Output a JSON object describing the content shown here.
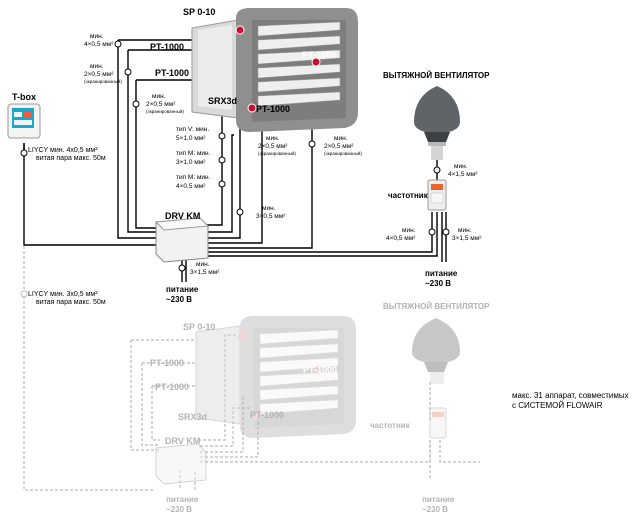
{
  "colors": {
    "wire_main": "#000000",
    "wire_faded": "#bbbbbb",
    "text_main": "#000000",
    "text_faded": "#b4b4b4",
    "heater_body": "#8c8c8c",
    "heater_faded": "#d6d6d6",
    "sensor_dot": "#c8102e",
    "tbox_screen": "#1aa7c9"
  },
  "labels": {
    "sp": "SP 0-10",
    "pt1": "PT-1000",
    "pt2": "PT-1000",
    "pt_heater": "PT-1000",
    "srx": "SRX3d",
    "pt_srx": "PT-1000",
    "drv": "DRV KM",
    "tbox": "T-box",
    "fan_title": "ВЫТЯЖНОЙ ВЕНТИЛЯТОР",
    "chastotnik": "частотник",
    "power": "питание",
    "voltage": "~230 В",
    "liycy1": "LIYCY мин. 4x0,5 мм²",
    "liycy1b": "витая пара макс. 50м",
    "liycy2": "LIYCY мин. 3x0,5 мм²",
    "liycy2b": "витая пара макс. 50м",
    "c1a": "мин.",
    "c1b": "4×0,5 мм²",
    "c2a": "мин.",
    "c2b": "2×0,5 мм²",
    "c2c": "(экранированный)",
    "c3a": "мин.",
    "c3b": "2×0,5 мм²",
    "c3c": "(экранированный)",
    "c4a": "тип V: мин.",
    "c4b": "5×1,0 мм²",
    "c5a": "тип M: мин.",
    "c5b": "3×1,0 мм²",
    "c6a": "тип M: мин.",
    "c6b": "4×0,5 мм²",
    "c7a": "мин.",
    "c7b": "2×0,5 мм²",
    "c7c": "(экранированный)",
    "c8a": "мин.",
    "c8b": "2×0,5 мм²",
    "c8c": "(экранированный)",
    "c9a": "мин.",
    "c9b": "3×0,5 мм²",
    "c10a": "мин.",
    "c10b": "3×1,5 мм²",
    "c11a": "мин.",
    "c11b": "4×1,5 мм²",
    "c12a": "мин.",
    "c12b": "4×0,5 мм²",
    "c13a": "мин.",
    "c13b": "3×1,5 мм²",
    "note1": "макс. 31 аппарат, совместимых",
    "note2": "с СИСТЕМОЙ FLOWAIR",
    "f_sp": "SP 0-10",
    "f_pt1": "PT-1000",
    "f_pt2": "PT-1000",
    "f_pt_heater": "PT-1000",
    "f_srx": "SRX3d",
    "f_pt_srx": "PT-1000",
    "f_drv": "DRV KM",
    "f_fan_title": "ВЫТЯЖНОЙ ВЕНТИЛЯТОР",
    "f_chastotnik": "частотник",
    "f_power1": "питание",
    "f_voltage1": "~230 В",
    "f_power2": "питание",
    "f_voltage2": "~230 В"
  }
}
